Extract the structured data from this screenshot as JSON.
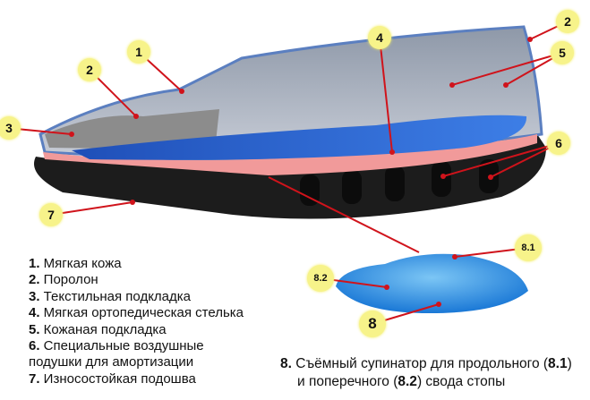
{
  "callouts": {
    "c1": "1",
    "c2a": "2",
    "c3": "3",
    "c4": "4",
    "c2b": "2",
    "c5": "5",
    "c6": "6",
    "c7": "7",
    "c81": "8.1",
    "c82": "8.2",
    "c8": "8"
  },
  "legend": [
    {
      "num": "1.",
      "text": " Мягкая кожа"
    },
    {
      "num": "2.",
      "text": " Поролон"
    },
    {
      "num": "3.",
      "text": " Текстильная подкладка"
    },
    {
      "num": "4.",
      "text": " Мягкая ортопедическая стелька"
    },
    {
      "num": "5.",
      "text": " Кожаная подкладка"
    },
    {
      "num": "6.",
      "text": " Специальные воздушные"
    },
    {
      "num": "",
      "text": "подушки для амортизации"
    },
    {
      "num": "7.",
      "text": " Износостойкая подошва"
    }
  ],
  "note": {
    "num": "8.",
    "line1": " Съёмный супинатор для продольного (",
    "ref1": "8.1",
    "line1_end": ")",
    "line2": "и поперечного (",
    "ref2": "8.2",
    "line2_end": ") свода стопы"
  },
  "colors": {
    "callout": "#f7f38a",
    "leader": "#d0131b",
    "insole": "#2f6fd8",
    "sole": "#1c1c1c"
  }
}
